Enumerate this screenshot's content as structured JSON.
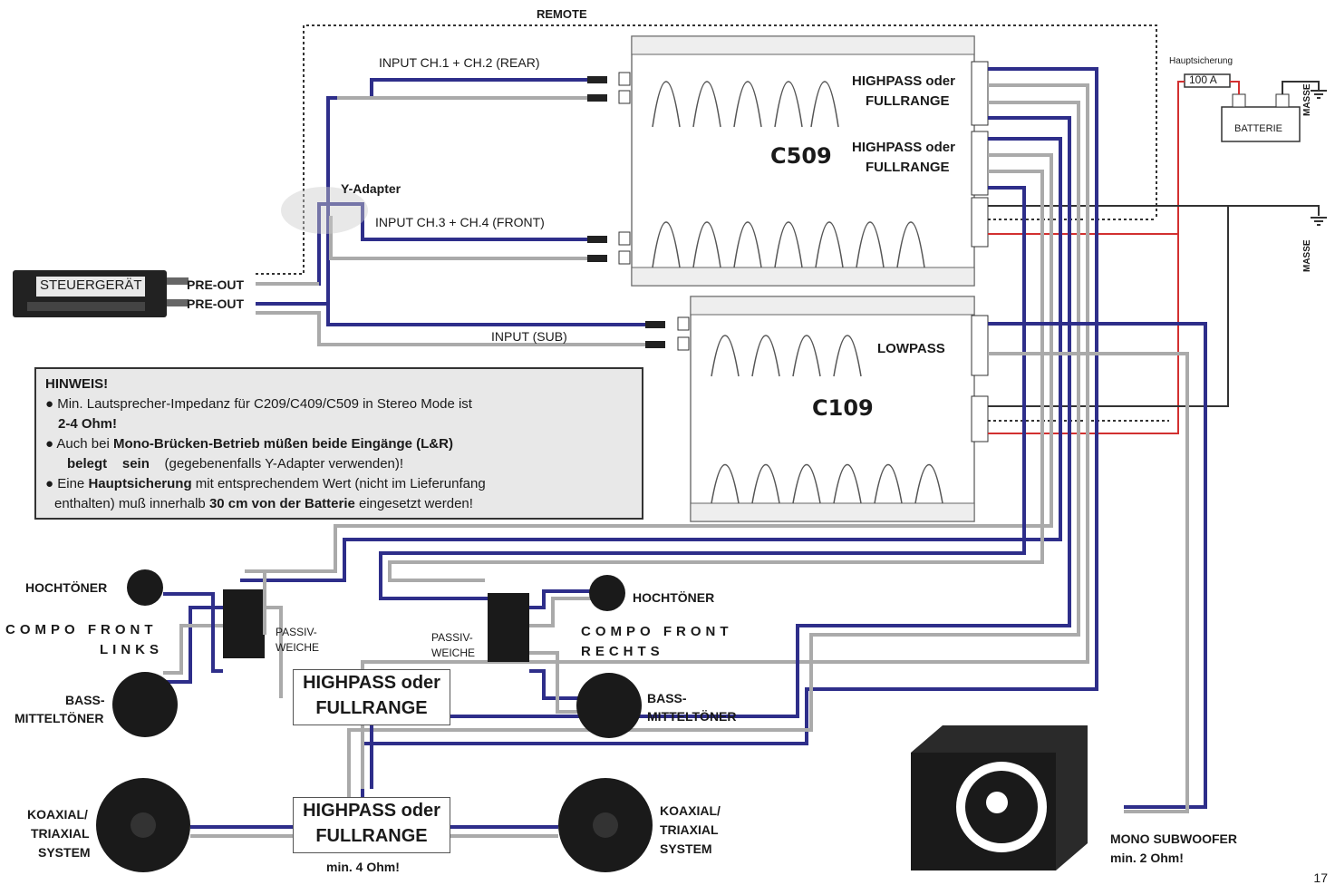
{
  "labels": {
    "remote": "REMOTE",
    "input_rear": "INPUT CH.1 + CH.2 (REAR)",
    "input_front": "INPUT CH.3 + CH.4 (FRONT)",
    "input_sub": "INPUT (SUB)",
    "y_adapter": "Y-Adapter",
    "head_unit": "STEUERGERÄT",
    "pre_out_1": "PRE-OUT",
    "pre_out_2": "PRE-OUT",
    "hp_1_line1": "HIGHPASS oder",
    "hp_1_line2": "FULLRANGE",
    "hp_2_line1": "HIGHPASS oder",
    "hp_2_line2": "FULLRANGE",
    "lowpass": "LOWPASS",
    "amp_c509": "C509",
    "amp_c109": "C109",
    "fuse_title": "Hauptsicherung",
    "fuse_value": "100 A",
    "battery": "BATTERIE",
    "ground_1": "MASSE",
    "ground_2": "MASSE",
    "tweeter_left": "HOCHTÖNER",
    "compo_left_1": "COMPO FRONT",
    "compo_left_2": "LINKS",
    "woofer_left_1": "BASS-",
    "woofer_left_2": "MITTELTÖNER",
    "crossover_left_1": "PASSIV-",
    "crossover_left_2": "WEICHE",
    "crossover_right_1": "PASSIV-",
    "crossover_right_2": "WEICHE",
    "tweeter_right": "HOCHTÖNER",
    "compo_right_1": "COMPO FRONT",
    "compo_right_2": "RECHTS",
    "woofer_right_1": "BASS-",
    "woofer_right_2": "MITTELTÖNER",
    "box_front_1": "HIGHPASS oder",
    "box_front_2": "FULLRANGE",
    "box_rear_1": "HIGHPASS oder",
    "box_rear_2": "FULLRANGE",
    "box_rear_3": "min. 4 Ohm!",
    "coax_left_1": "KOAXIAL/",
    "coax_left_2": "TRIAXIAL",
    "coax_left_3": "SYSTEM",
    "coax_right_1": "KOAXIAL/",
    "coax_right_2": "TRIAXIAL",
    "coax_right_3": "SYSTEM",
    "sub_1": "MONO SUBWOOFER",
    "sub_2": "min. 2 Ohm!",
    "page_number": "17"
  },
  "hint": {
    "title": "HINWEIS!",
    "l1": "Min. Lautsprecher-Impedanz für C209/C409/C509 in Stereo Mode ist",
    "l1b": "2-4 Ohm!",
    "l2a": "Auch bei ",
    "l2b": "Mono-Brücken-Betrieb müßen beide Eingänge (L&R)",
    "l2c": "belegt",
    "l2d": "sein",
    "l2e": "(gegebenenfalls Y-Adapter verwenden)!",
    "l3a": "Eine ",
    "l3b": "Hauptsicherung",
    "l3c": " mit entsprechendem Wert (nicht im Lieferunfang",
    "l4a": "enthalten) muß innerhalb ",
    "l4b": "30 cm von der Batterie",
    "l4c": " eingesetzt werden!"
  },
  "colors": {
    "wire_blue": "#2e2e8a",
    "wire_gray": "#aaaaaa",
    "wire_red": "#d23030",
    "dark": "#222222"
  }
}
